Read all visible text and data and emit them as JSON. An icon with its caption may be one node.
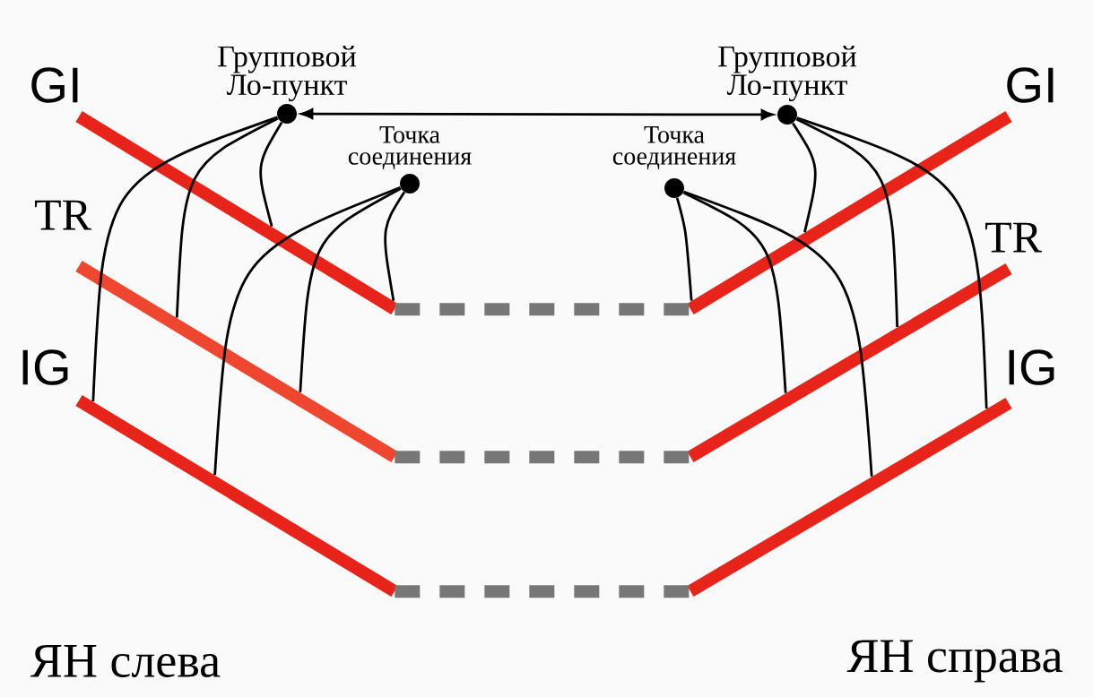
{
  "diagram": {
    "nodes": [
      {
        "text": [
          "Групповой Ло-пункт"
        ]
      },
      {
        "text": [
          "Групповой Ло-пункт"
        ]
      },
      {
        "text": [
          "Точка соединения"
        ]
      },
      {
        "text": [
          "Точка соединения"
        ]
      },
      {
        "text": [],
        "shape": "bar"
      },
      {
        "text": [],
        "shape": "bar"
      },
      {
        "text": [],
        "shape": "bar"
      },
      {
        "text": [],
        "shape": "bar"
      },
      {
        "text": [],
        "shape": "bar"
      },
      {
        "text": [],
        "shape": "bar"
      }
    ],
    "edges": [
      {
        "from": 0,
        "to": 1,
        "arrow": "both"
      },
      {
        "from": 0,
        "to": 4,
        "arrow": "none"
      },
      {
        "from": 0,
        "to": 6,
        "arrow": "none"
      },
      {
        "from": 0,
        "to": 8,
        "arrow": "none"
      },
      {
        "from": 2,
        "to": 4,
        "arrow": "none"
      },
      {
        "from": 2,
        "to": 6,
        "arrow": "none"
      },
      {
        "from": 2,
        "to": 8,
        "arrow": "none"
      },
      {
        "from": 1,
        "to": 5,
        "arrow": "none"
      },
      {
        "from": 1,
        "to": 7,
        "arrow": "none"
      },
      {
        "from": 1,
        "to": 9,
        "arrow": "none"
      },
      {
        "from": 3,
        "to": 5,
        "arrow": "none"
      },
      {
        "from": 3,
        "to": 7,
        "arrow": "none"
      },
      {
        "from": 3,
        "to": 9,
        "arrow": "none"
      },
      {
        "from": 4,
        "to": 5,
        "arrow": "none",
        "style": "dashed",
        "color": "#777777"
      },
      {
        "from": 6,
        "to": 7,
        "arrow": "none",
        "style": "dashed",
        "color": "#777777"
      },
      {
        "from": 8,
        "to": 9,
        "arrow": "none",
        "style": "dashed",
        "color": "#777777"
      }
    ],
    "labels": [
      "GI",
      "GI",
      "TR",
      "TR",
      "IG",
      "IG",
      "ЯН слева",
      "ЯН справа"
    ]
  }
}
